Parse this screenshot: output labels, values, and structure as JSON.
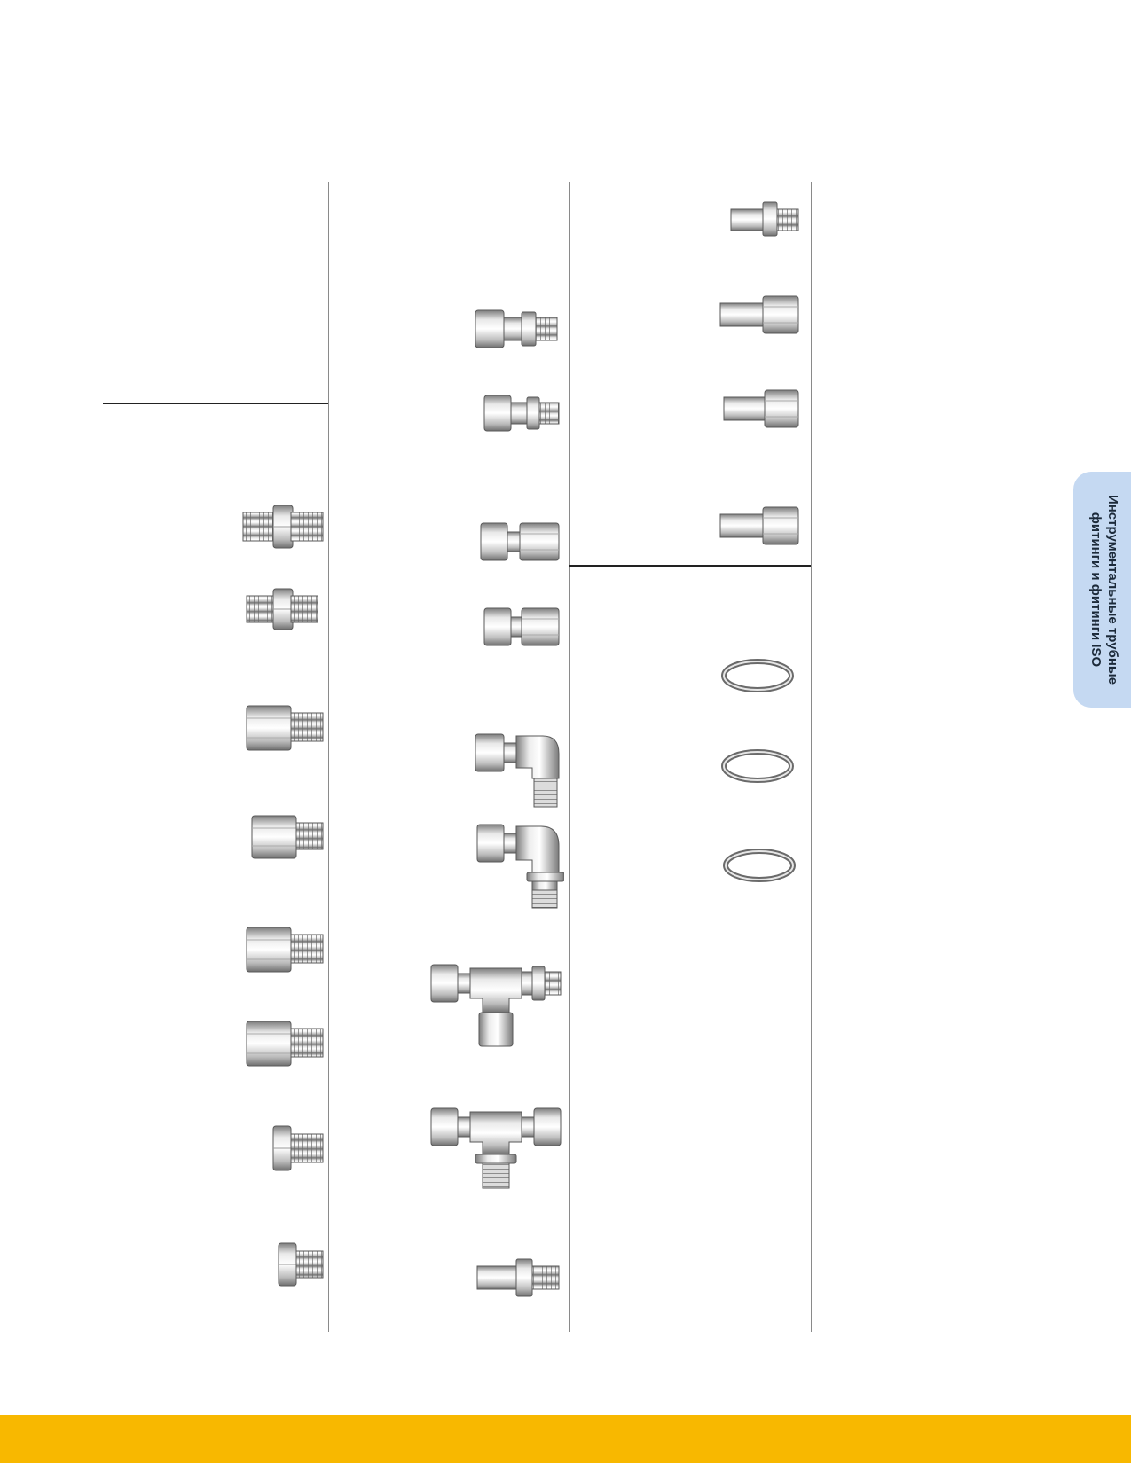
{
  "side_tab": {
    "line1": "Инструментальные трубные",
    "line2": "фитинги и фитинги ISO"
  },
  "colors": {
    "footer_bar": "#f8b800",
    "side_tab": "#c5d9f2",
    "metal_light": "#f1f1f1",
    "metal_dark": "#8e8e8e",
    "outline": "#5a5a5a"
  },
  "products": {
    "column_1": [
      "hex-nipple-fitting",
      "hex-nipple-fitting-small",
      "female-male-adapter",
      "female-male-adapter-short",
      "female-male-adapter-long",
      "female-male-adapter-2",
      "hex-plug-fitting",
      "hex-plug-fitting-small"
    ],
    "column_2": [
      "male-connector-fitting",
      "male-connector-fitting-small",
      "female-connector-fitting",
      "female-connector-fitting-small",
      "male-elbow-fitting",
      "positionable-elbow-fitting",
      "branch-tee-fitting",
      "run-tee-fitting",
      "tube-stub-male-adapter"
    ],
    "column_3_top": [
      "tube-stub-adapter-small",
      "tube-stub-female-adapter",
      "tube-stub-female-adapter-2",
      "tube-stub-female-adapter-3"
    ],
    "column_3_rings": [
      "ferrule-ring",
      "ferrule-ring-2",
      "ferrule-ring-3"
    ]
  }
}
